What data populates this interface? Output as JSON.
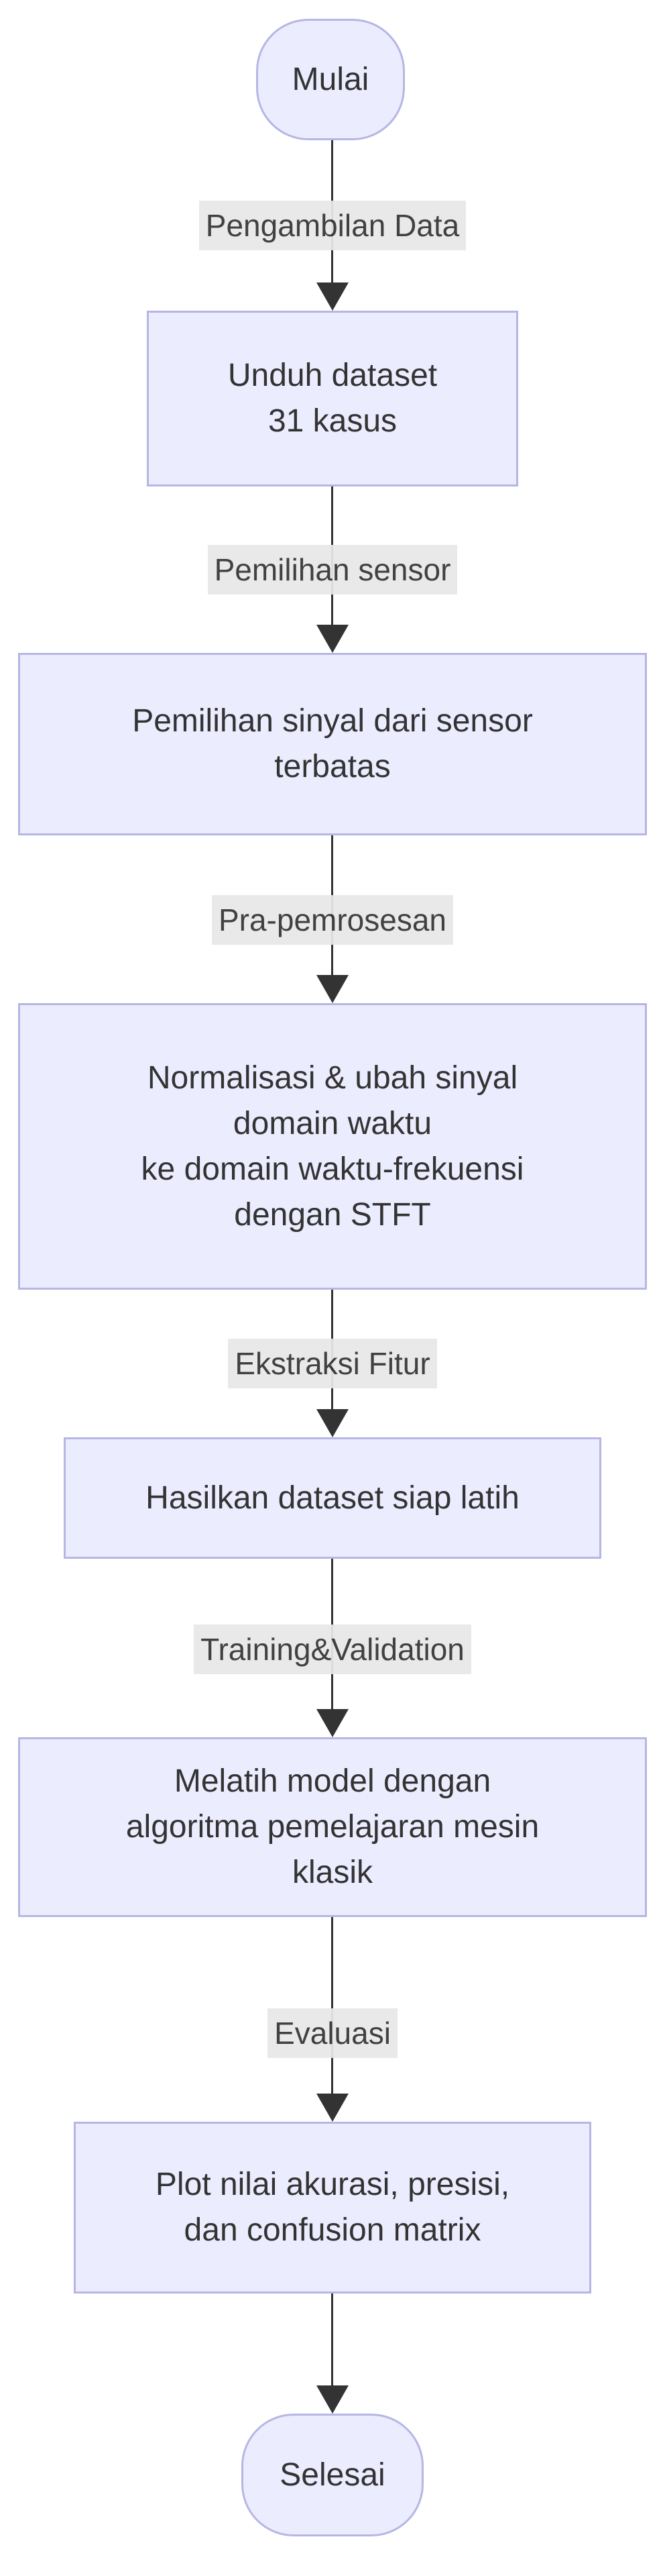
{
  "diagram": {
    "type": "flowchart-top-down",
    "nodes": [
      {
        "id": "start",
        "shape": "stadium",
        "lines": [
          "Mulai"
        ]
      },
      {
        "id": "download-dataset",
        "shape": "rect",
        "lines": [
          "Unduh dataset",
          "31 kasus"
        ]
      },
      {
        "id": "signal-selection",
        "shape": "rect",
        "lines": [
          "Pemilihan sinyal dari sensor",
          "terbatas"
        ]
      },
      {
        "id": "preprocessing",
        "shape": "rect",
        "lines": [
          "Normalisasi & ubah sinyal",
          "domain waktu",
          "ke domain waktu-frekuensi",
          "dengan STFT"
        ]
      },
      {
        "id": "dataset-ready",
        "shape": "rect",
        "lines": [
          "Hasilkan dataset siap latih"
        ]
      },
      {
        "id": "train-model",
        "shape": "rect",
        "lines": [
          "Melatih model dengan",
          "algoritma pemelajaran mesin",
          "klasik"
        ]
      },
      {
        "id": "plot-results",
        "shape": "rect",
        "lines": [
          "Plot nilai akurasi, presisi,",
          "dan confusion matrix"
        ]
      },
      {
        "id": "end",
        "shape": "stadium",
        "lines": [
          "Selesai"
        ]
      }
    ],
    "edge_labels": [
      "Pengambilan Data",
      "Pemilihan sensor",
      "Pra-pemrosesan",
      "Ekstraksi Fitur",
      "Training&Validation",
      "Evaluasi"
    ]
  },
  "colors": {
    "background": "#ffffff",
    "node_fill": "#ececff",
    "node_border": "#b6b6e5",
    "text": "#333333",
    "line": "#333333",
    "edge_label_bg": "#e8e8e8"
  }
}
